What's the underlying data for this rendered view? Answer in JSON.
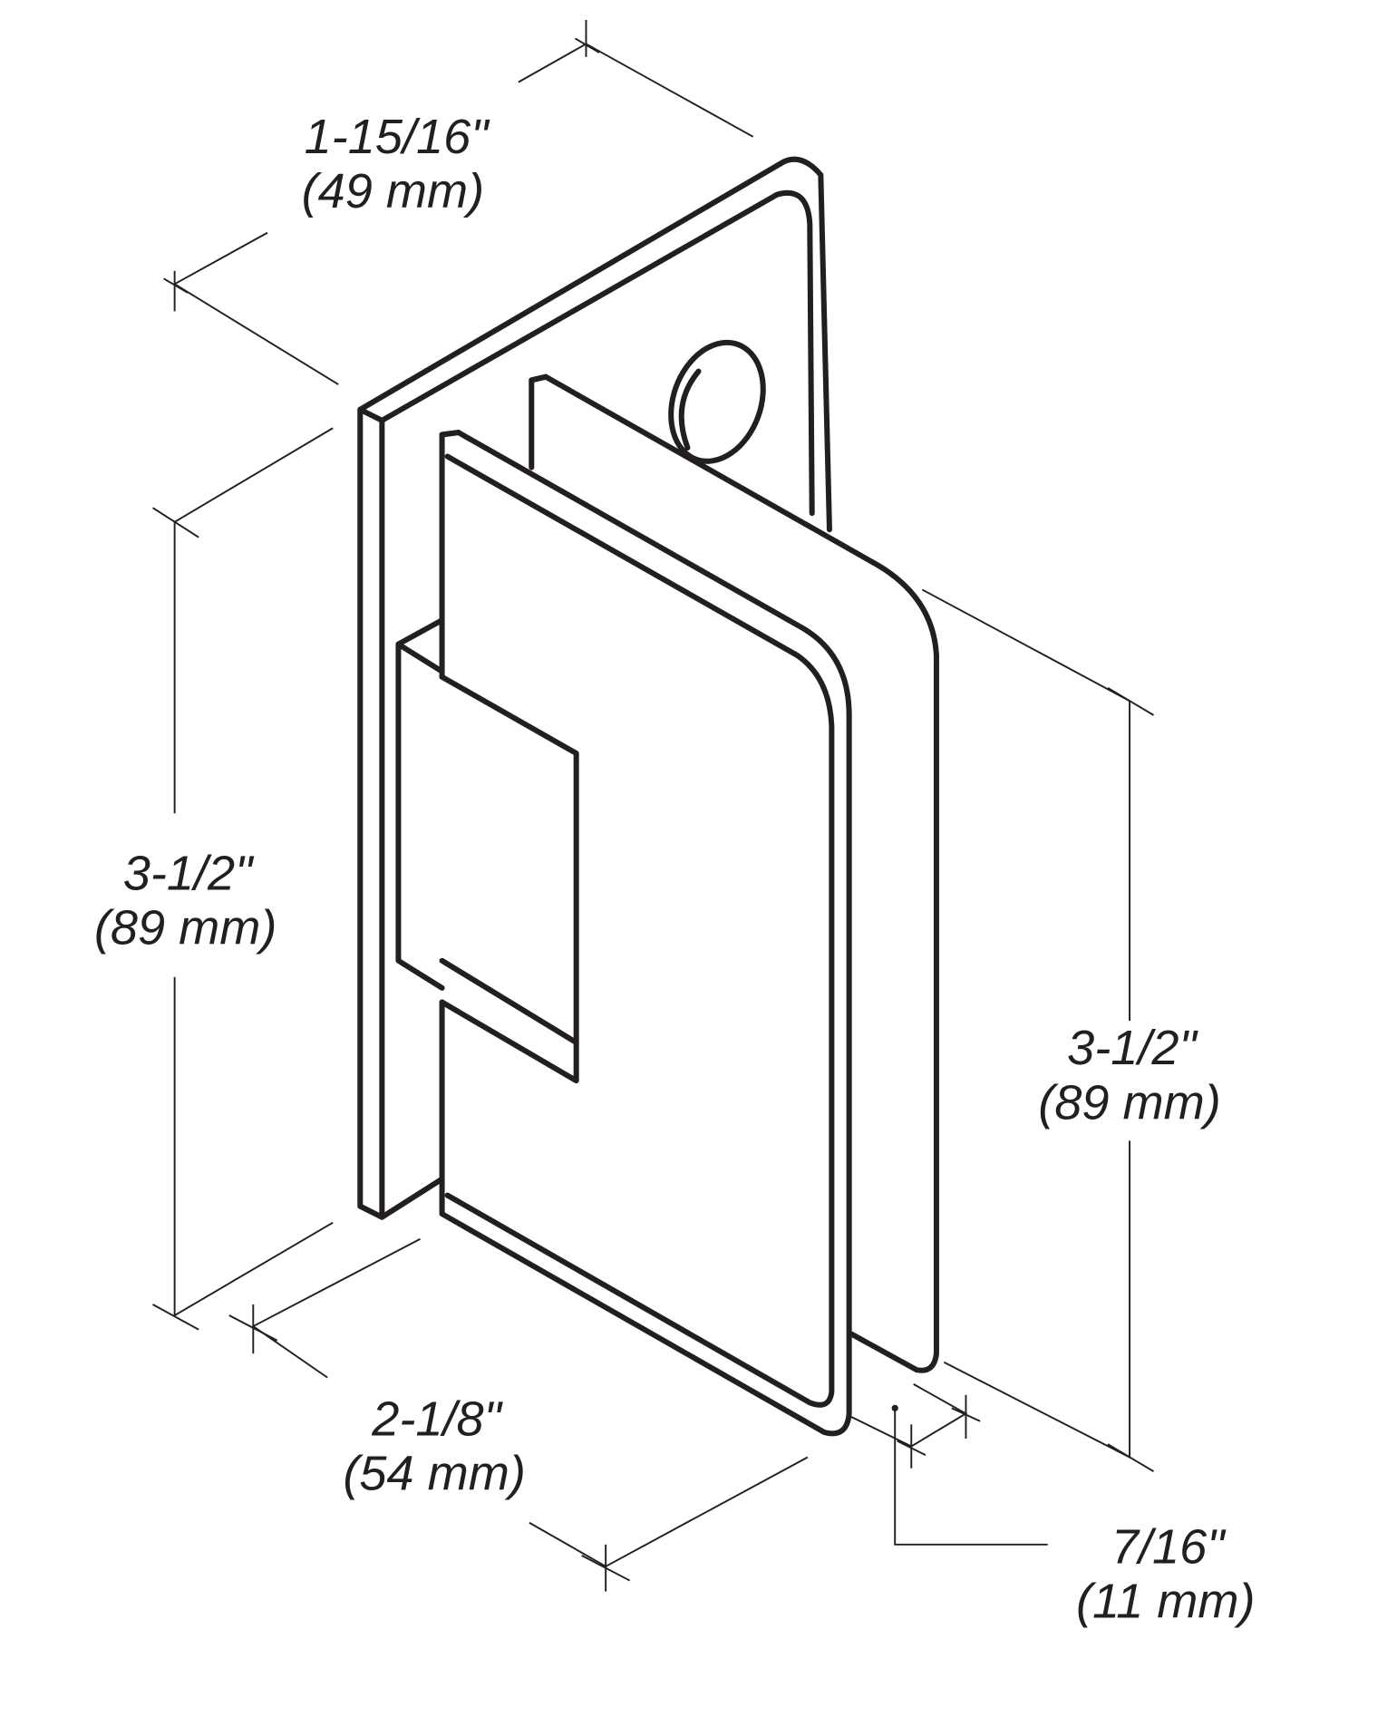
{
  "diagram": {
    "dimensions": {
      "depth": {
        "imperial": "1-15/16\"",
        "metric": "(49 mm)"
      },
      "plate_height": {
        "imperial": "3-1/2\"",
        "metric": "(89 mm)"
      },
      "clamp_height": {
        "imperial": "3-1/2\"",
        "metric": "(89 mm)"
      },
      "clamp_width": {
        "imperial": "2-1/8\"",
        "metric": "(54 mm)"
      },
      "glass_gap": {
        "imperial": "7/16\"",
        "metric": "(11 mm)"
      }
    },
    "line_color": "#231f20"
  }
}
